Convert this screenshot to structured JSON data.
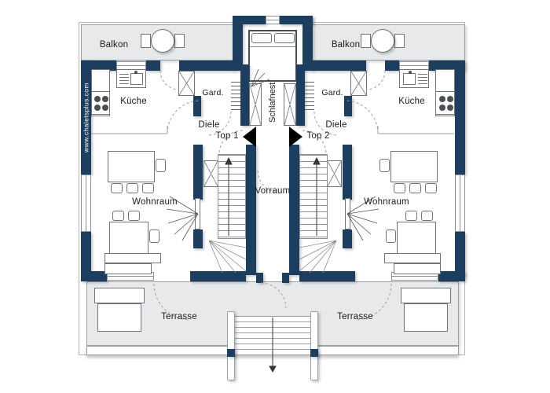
{
  "brand": {
    "url_text": "www.chaletsplus.com"
  },
  "labels": {
    "balkon_left": "Balkon",
    "balkon_right": "Balkon",
    "kueche_left": "Küche",
    "kueche_right": "Küche",
    "gard_left": "Gard.",
    "gard_right": "Gard.",
    "schlafnest": "Schlafnest",
    "diele_left": "Diele",
    "diele_right": "Diele",
    "top1": "Top 1",
    "top2": "Top 2",
    "vorraum": "Vorraum",
    "wohnraum_left": "Wohnraum",
    "wohnraum_right": "Wohnraum",
    "terrasse_left": "Terrasse",
    "terrasse_right": "Terrasse"
  },
  "colors": {
    "wall": "#1e3e60",
    "outdoor": "#e7e9ea",
    "line": "#8a9096",
    "text": "#1c1c1c",
    "brand_text": "#ffffff",
    "arrow": "#000000",
    "background": "#ffffff"
  }
}
